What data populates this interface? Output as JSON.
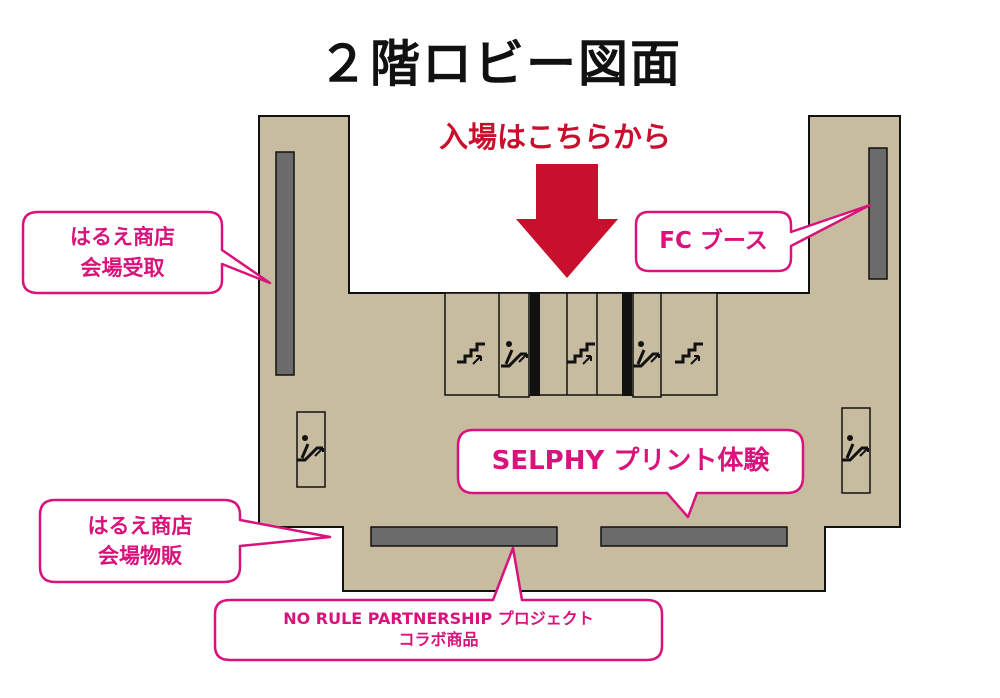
{
  "title": "２階ロビー図面",
  "entrance_label": "入場はこちらから",
  "callouts": {
    "haruka_pickup": {
      "line1": "はるえ商店",
      "line2": "会場受取"
    },
    "fc_booth": {
      "line1": "FC ブース"
    },
    "selphy": {
      "line1": "SELPHY プリント体験"
    },
    "haruka_sales": {
      "line1": "はるえ商店",
      "line2": "会場物販"
    },
    "collab": {
      "line1": "NO RULE PARTNERSHIP プロジェクト",
      "line2": "コラボ商品"
    }
  },
  "colors": {
    "floor": "#c8bca0",
    "table": "#6b6b6b",
    "entrance_red": "#c8102e",
    "callout_pink": "#d8137b",
    "outline": "#111111"
  },
  "icons": [
    "escalator-icon",
    "stairs-icon",
    "arrow-down-icon"
  ]
}
